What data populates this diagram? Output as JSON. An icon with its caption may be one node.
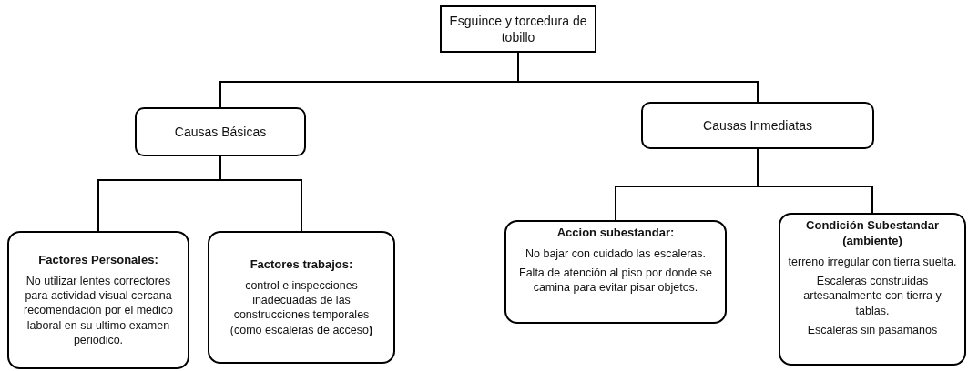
{
  "diagram": {
    "nodes": [
      {
        "text": [
          "Esguince y torcedura de tobillo"
        ]
      },
      {
        "text": [
          "Causas Básicas"
        ]
      },
      {
        "text": [
          "Causas Inmediatas"
        ]
      },
      {
        "text": [
          "Factores Personales:",
          "No utilizar lentes correctores para actividad visual cercana recomendación por el medico laboral en su ultimo examen periodico."
        ]
      },
      {
        "text": [
          "Factores  trabajos:",
          "control e inspecciones inadecuadas de las construcciones  temporales (como escaleras  de acceso**)**"
        ]
      },
      {
        "text": [
          "Accion subestandar:",
          "No bajar con cuidado las escaleras.",
          "Falta de atención al piso por donde se camina para evitar pisar objetos."
        ]
      },
      {
        "text": [
          "Condición Subestandar (ambiente)",
          "terreno irregular con tierra suelta.",
          "Escaleras construidas artesanalmente con tierra y tablas.",
          "Escaleras sin pasamanos"
        ]
      }
    ],
    "edges": [
      {
        "from": 0,
        "to": 1,
        "arrow": "none"
      },
      {
        "from": 0,
        "to": 2,
        "arrow": "none"
      },
      {
        "from": 1,
        "to": 3,
        "arrow": "none"
      },
      {
        "from": 1,
        "to": 4,
        "arrow": "none"
      },
      {
        "from": 2,
        "to": 5,
        "arrow": "none"
      },
      {
        "from": 2,
        "to": 6,
        "arrow": "none"
      }
    ]
  }
}
